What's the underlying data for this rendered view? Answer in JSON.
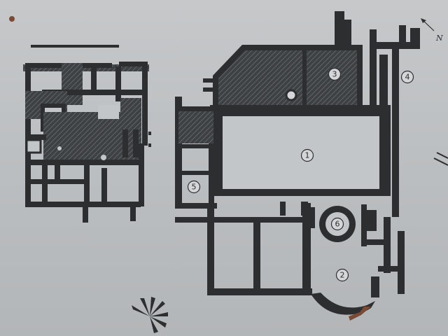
{
  "plan": {
    "north_label": "N",
    "room_labels": [
      "1",
      "2",
      "3",
      "4",
      "5",
      "6"
    ]
  },
  "colors": {
    "plate": "#bcbfc1",
    "wall": "#2c2e30",
    "hatch": "#55585a"
  },
  "icons": [
    "north-arrow-icon",
    "rosette-icon",
    "scale-bar-icon"
  ]
}
